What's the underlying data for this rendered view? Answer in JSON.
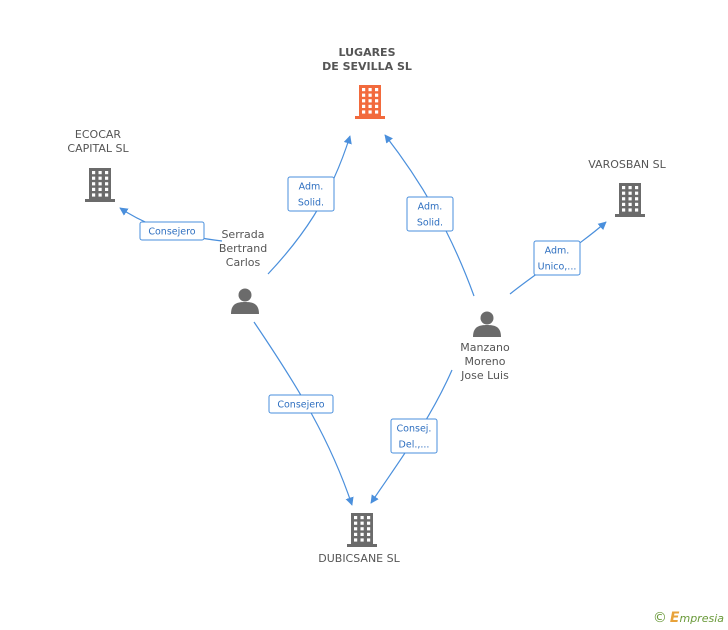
{
  "colors": {
    "edge": "#4a8fdc",
    "company": "#6b6b6b",
    "company_main": "#f26a3d",
    "person": "#6b6b6b"
  },
  "nodes": [
    {
      "id": "lugares",
      "type": "company",
      "main": true,
      "icon": "building-icon",
      "lines": [
        "LUGARES",
        "DE SEVILLA SL"
      ]
    },
    {
      "id": "ecocar",
      "type": "company",
      "main": false,
      "icon": "building-icon",
      "lines": [
        "ECOCAR",
        "CAPITAL SL"
      ]
    },
    {
      "id": "varosban",
      "type": "company",
      "main": false,
      "icon": "building-icon",
      "lines": [
        "VAROSBAN SL"
      ]
    },
    {
      "id": "dubicsane",
      "type": "company",
      "main": false,
      "icon": "building-icon",
      "lines": [
        "DUBICSANE SL"
      ]
    },
    {
      "id": "serrada",
      "type": "person",
      "main": false,
      "icon": "person-icon",
      "lines": [
        "Serrada",
        "Bertrand",
        "Carlos"
      ]
    },
    {
      "id": "manzano",
      "type": "person",
      "main": false,
      "icon": "person-icon",
      "lines": [
        "Manzano",
        "Moreno",
        "Jose Luis"
      ]
    }
  ],
  "edges": [
    {
      "from": "serrada",
      "to": "ecocar",
      "label": [
        "Consejero"
      ]
    },
    {
      "from": "serrada",
      "to": "lugares",
      "label": [
        "Adm.",
        "Solid."
      ]
    },
    {
      "from": "serrada",
      "to": "dubicsane",
      "label": [
        "Consejero"
      ]
    },
    {
      "from": "manzano",
      "to": "lugares",
      "label": [
        "Adm.",
        "Solid."
      ]
    },
    {
      "from": "manzano",
      "to": "varosban",
      "label": [
        "Adm.",
        "Unico,..."
      ]
    },
    {
      "from": "manzano",
      "to": "dubicsane",
      "label": [
        "Consej.",
        "Del.,..."
      ]
    }
  ],
  "footer": {
    "copyright": "©",
    "brand_first": "E",
    "brand_rest": "mpresia"
  }
}
